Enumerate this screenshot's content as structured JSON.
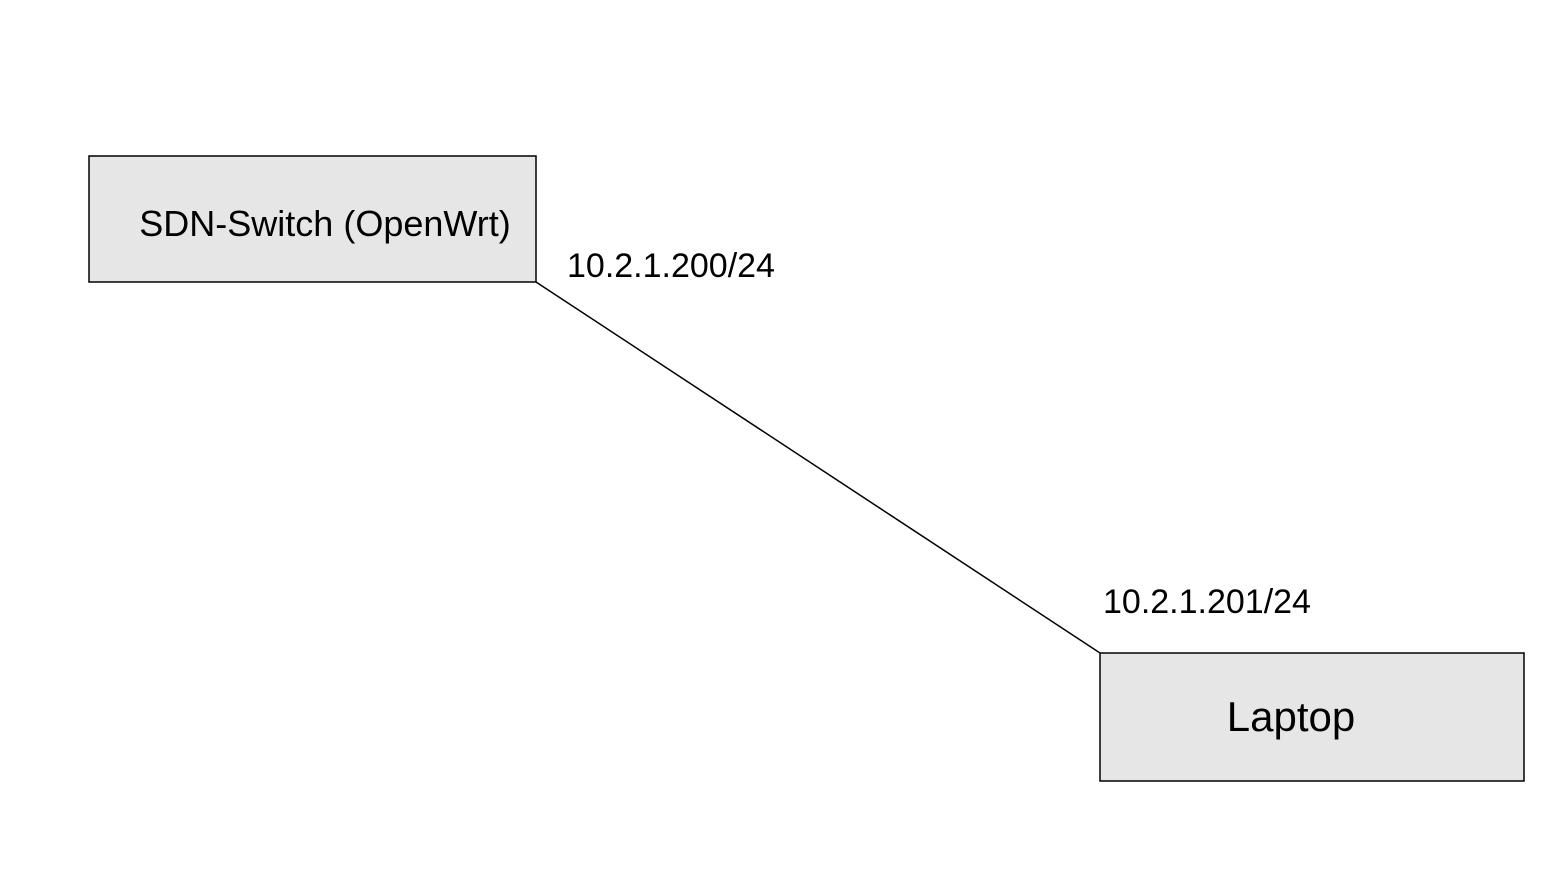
{
  "nodes": {
    "switch": {
      "label": "SDN-Switch (OpenWrt)"
    },
    "laptop": {
      "label": "Laptop"
    }
  },
  "link": {
    "switch_ip": "10.2.1.200/24",
    "laptop_ip": "10.2.1.201/24"
  },
  "colors": {
    "box_fill": "#e6e6e6",
    "stroke": "#000000",
    "background": "#ffffff"
  }
}
